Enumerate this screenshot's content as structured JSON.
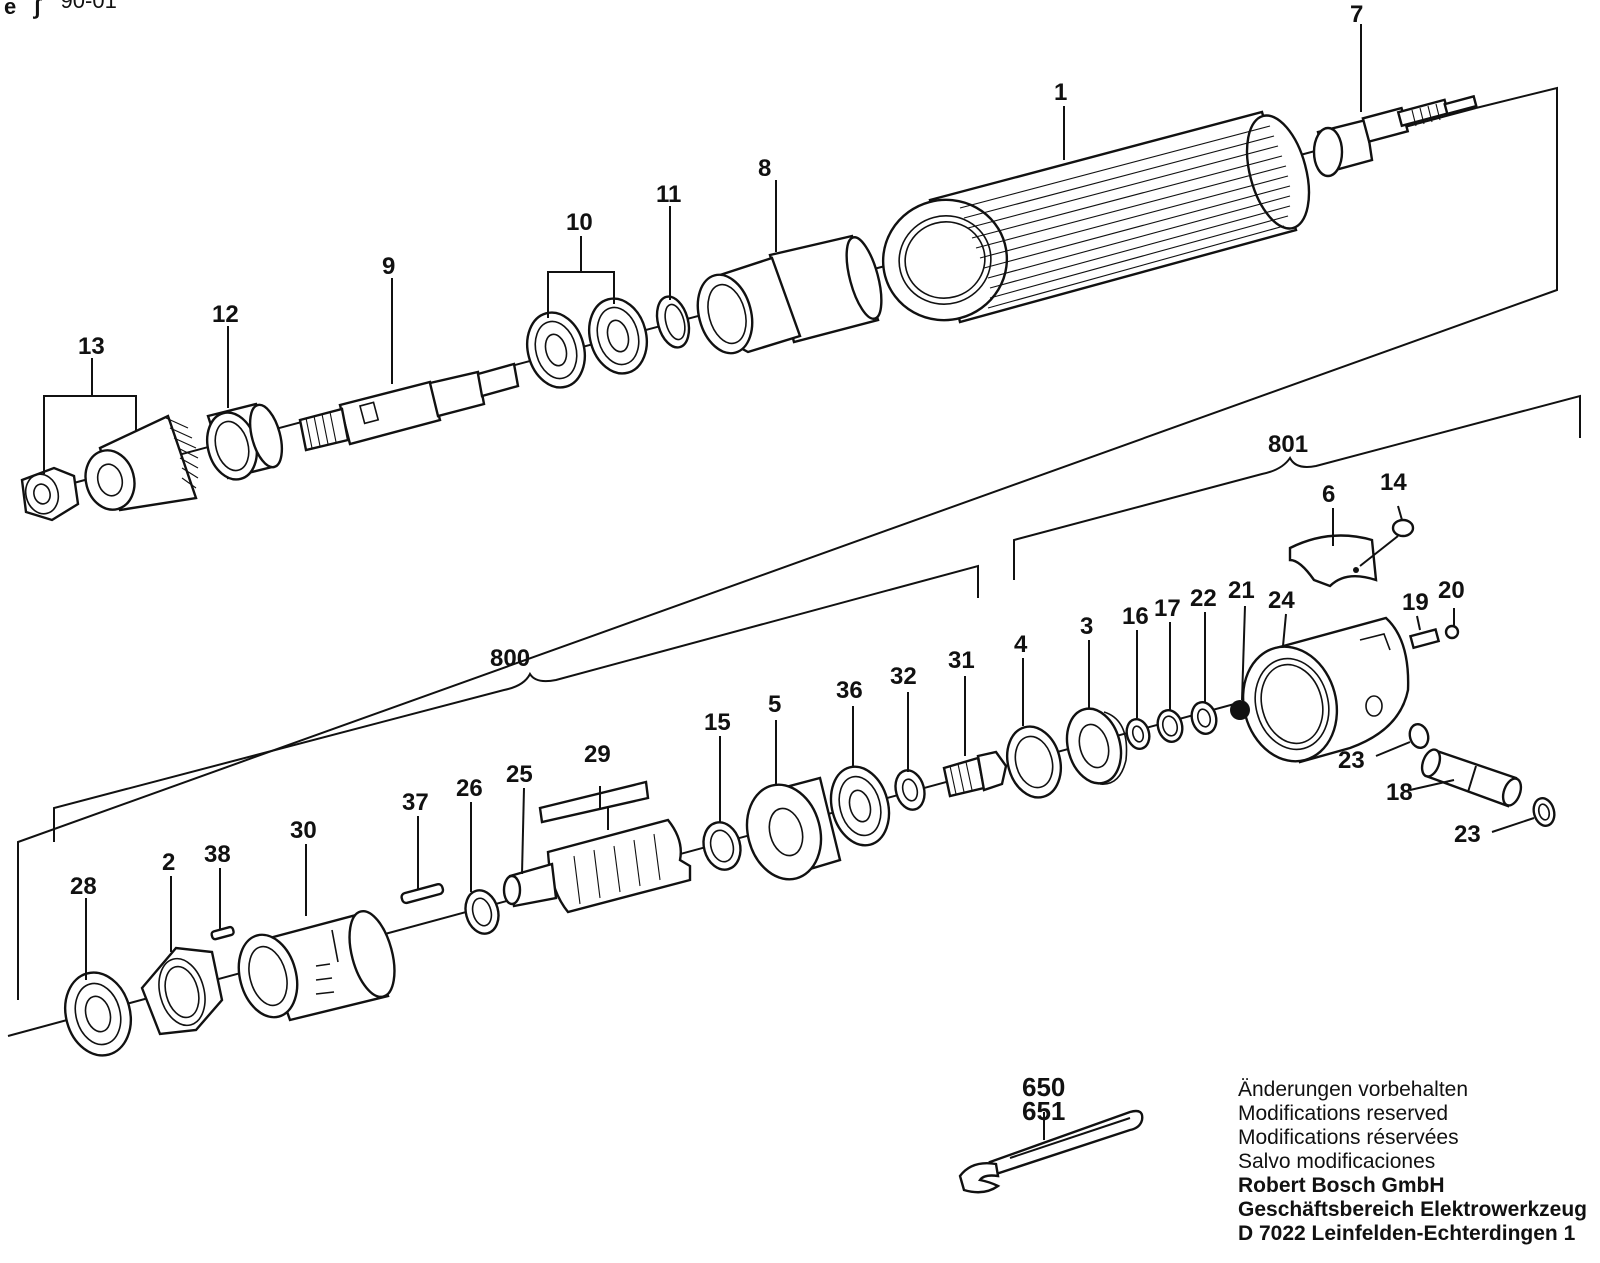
{
  "header": {
    "mark": "e",
    "sign": "∫",
    "code": "90-01"
  },
  "callouts": {
    "c1": "1",
    "c7": "7",
    "c8": "8",
    "c11": "11",
    "c10": "10",
    "c9": "9",
    "c12": "12",
    "c13": "13",
    "c801": "801",
    "c6": "6",
    "c14": "14",
    "c19": "19",
    "c20": "20",
    "c21": "21",
    "c22": "22",
    "c17": "17",
    "c16": "16",
    "c3": "3",
    "c4": "4",
    "c24": "24",
    "c23a": "23",
    "c18": "18",
    "c23b": "23",
    "c800": "800",
    "c31": "31",
    "c32": "32",
    "c36": "36",
    "c5": "5",
    "c15": "15",
    "c29": "29",
    "c25": "25",
    "c26": "26",
    "c37": "37",
    "c30": "30",
    "c38": "38",
    "c2": "2",
    "c28": "28",
    "c650": "650",
    "c651": "651"
  },
  "notes": {
    "lines": [
      "Änderungen vorbehalten",
      "Modifications reserved",
      "Modifications réservées",
      "Salvo modificaciones"
    ],
    "company": [
      "Robert Bosch GmbH",
      "Geschäftsbereich Elektrowerkzeug",
      "D 7022 Leinfelden-Echterdingen 1"
    ]
  }
}
